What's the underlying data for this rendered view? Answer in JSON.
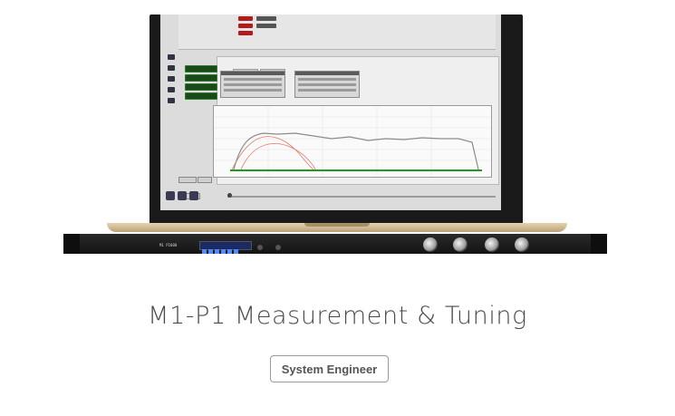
{
  "product": {
    "title": "M1-P1 Measurement & Tuning",
    "tag_label": "System Engineer"
  },
  "device": {
    "front_label": "M1 P1000"
  },
  "colors": {
    "title_text": "#4a4a4a",
    "tag_border": "#9a9a9a",
    "curve_green": "#1e9a1e",
    "curve_gray": "#8c8c8c",
    "curve_red": "#e07a6a"
  }
}
